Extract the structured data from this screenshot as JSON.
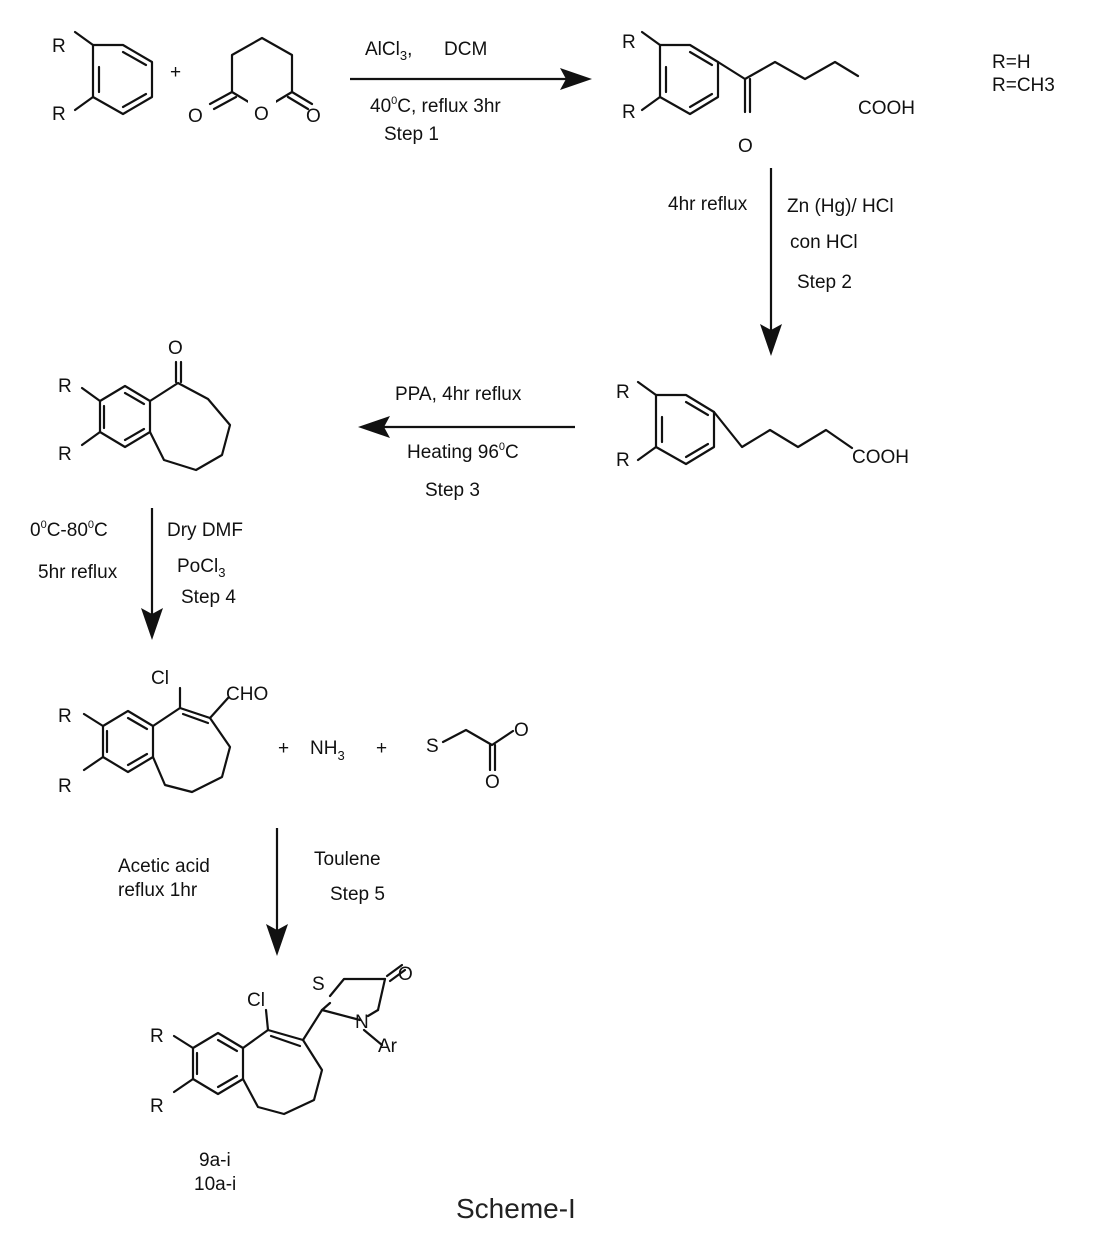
{
  "legend": {
    "r1": "R=H",
    "r2": "R=CH3"
  },
  "atoms": {
    "R": "R",
    "O": "O",
    "S": "S",
    "N": "N",
    "Cl": "Cl",
    "Ar": "Ar",
    "COOH": "COOH",
    "CHO": "CHO"
  },
  "plus": "+",
  "nh3": {
    "base": "NH",
    "sub": "3"
  },
  "step1": {
    "reagent_a": "AlCl",
    "reagent_a_sub": "3",
    "reagent_a_tail": ",",
    "reagent_b": "DCM",
    "temp_pre": "40",
    "temp_deg": "0",
    "temp_post": "C, reflux 3hr",
    "step": "Step 1"
  },
  "step2": {
    "time": "4hr reflux",
    "reagent": "Zn (Hg)/ HCl",
    "reagent2": "con HCl",
    "step": "Step 2"
  },
  "step3": {
    "reagent": "PPA,   4hr reflux",
    "heat_pre": "Heating 96",
    "heat_deg": "0",
    "heat_post": "C",
    "step": "Step 3"
  },
  "step4": {
    "temp_a": "0",
    "temp_deg1": "0",
    "temp_b": "C-80",
    "temp_deg2": "0",
    "temp_c": "C",
    "time": "5hr reflux",
    "reagent": "Dry DMF",
    "reagent2": "PoCl",
    "reagent2_sub": "3",
    "step": "Step 4"
  },
  "step5": {
    "reagent_a": "Acetic acid",
    "reagent_a2": "reflux 1hr",
    "solvent": "Toulene",
    "step": "Step 5"
  },
  "products": {
    "code1": "9a-i",
    "code2": "10a-i"
  },
  "caption": "Scheme-I"
}
